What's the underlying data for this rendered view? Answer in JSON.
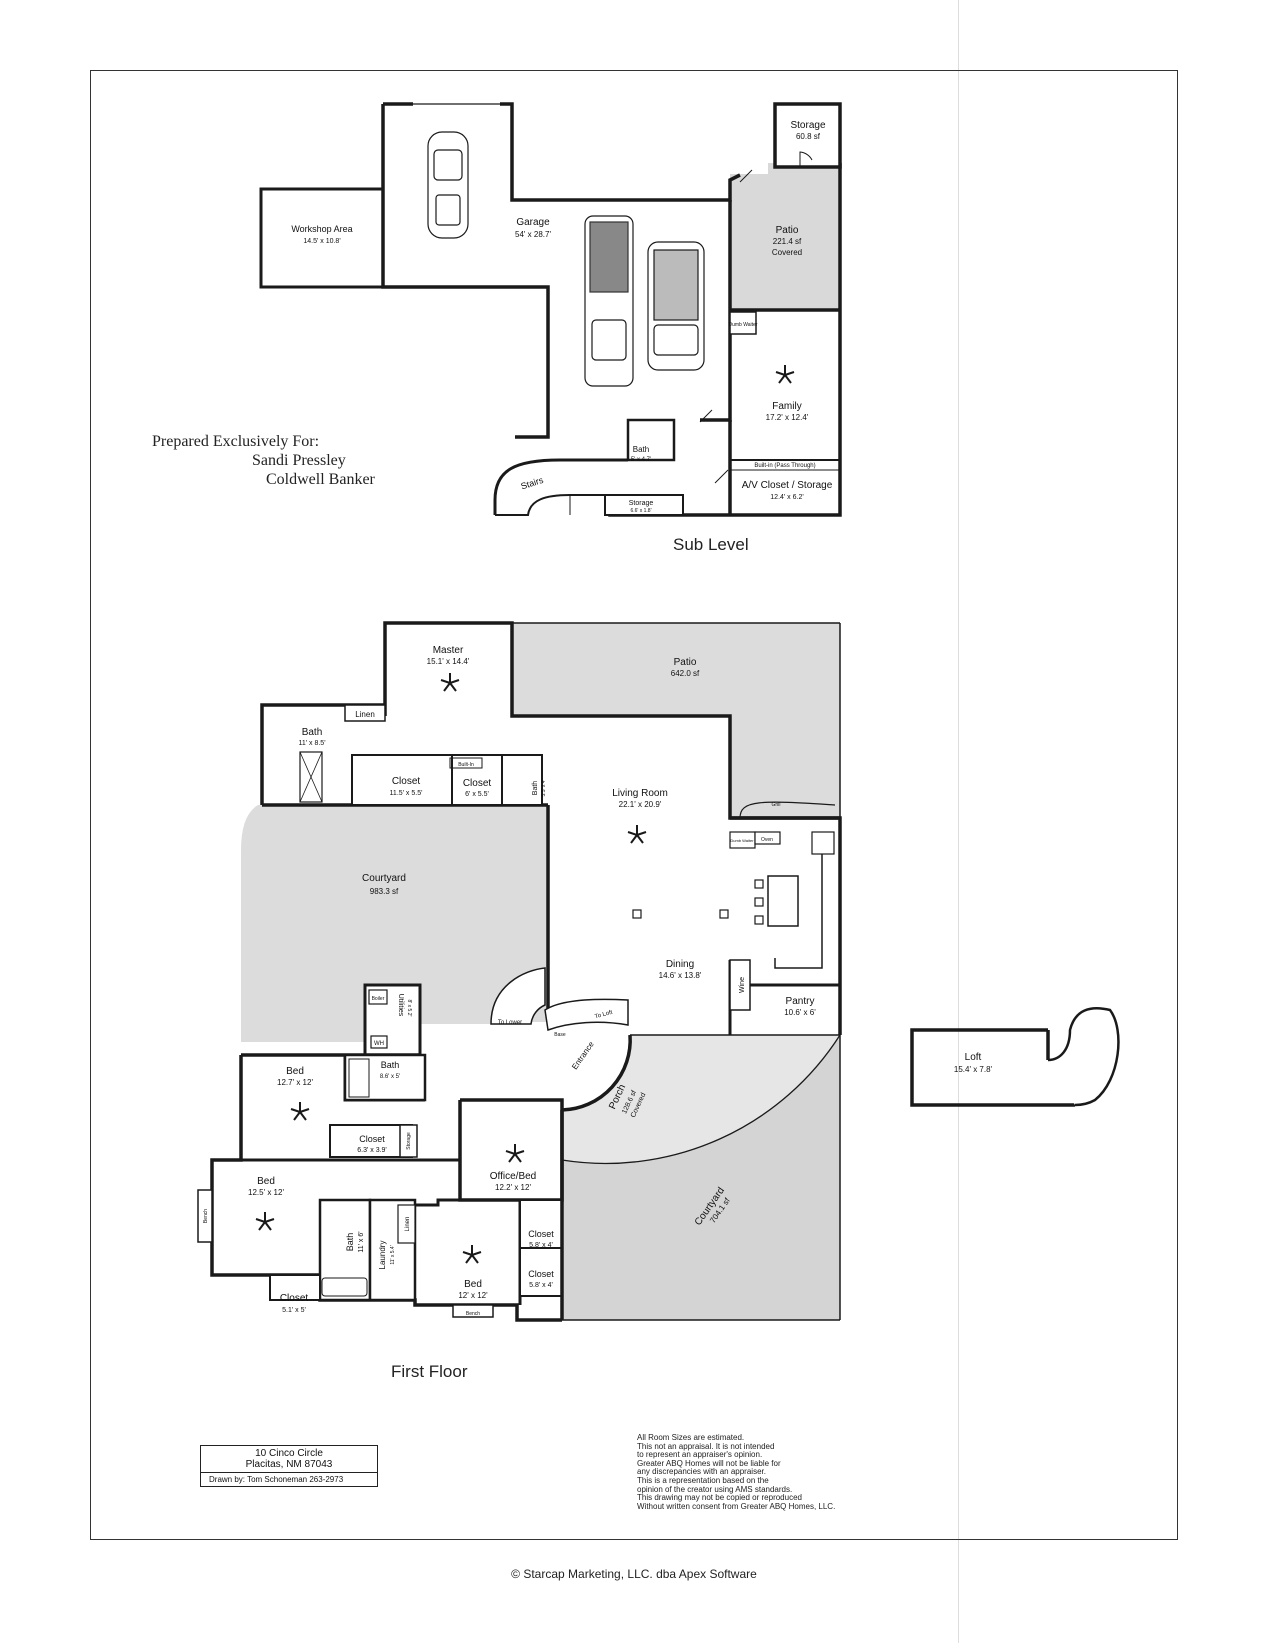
{
  "prepared": {
    "line1": "Prepared Exclusively For:",
    "line2": "Sandi Pressley",
    "line3": "Coldwell Banker"
  },
  "levels": {
    "sub": "Sub Level",
    "first": "First Floor"
  },
  "rooms": {
    "storage_sub": {
      "name": "Storage",
      "size": "60.8 sf"
    },
    "workshop": {
      "name": "Workshop Area",
      "size": "14.5' x 10.8'"
    },
    "garage": {
      "name": "Garage",
      "size": "54' x 28.7'"
    },
    "patio_sub": {
      "name": "Patio",
      "size": "221.4 sf",
      "note": "Covered"
    },
    "dumb_waiter_sub": "Dumb Waiter",
    "family": {
      "name": "Family",
      "size": "17.2' x 12.4'"
    },
    "bath_sub": {
      "name": "Bath",
      "size": "5' x 4.7'"
    },
    "builtin_pass": "Built-in (Pass Through)",
    "av_closet": {
      "name": "A/V Closet / Storage",
      "size": "12.4' x 6.2'"
    },
    "stairs": "Stairs",
    "storage_small": {
      "name": "Storage",
      "size": "6.6' x 1.8'"
    },
    "master": {
      "name": "Master",
      "size": "15.1' x 14.4'"
    },
    "patio_main": {
      "name": "Patio",
      "size": "642.0 sf"
    },
    "linen_master": "Linen",
    "bath_master": {
      "name": "Bath",
      "size": "11' x 8.5'"
    },
    "builtin_master": "Built-In",
    "closet_master1": {
      "name": "Closet",
      "size": "11.5' x 5.5'"
    },
    "closet_master2": {
      "name": "Closet",
      "size": "6' x 5.5'"
    },
    "bath_small": {
      "name": "Bath",
      "size": "5.5' x 4'"
    },
    "living": {
      "name": "Living Room",
      "size": "22.1' x 20.9'"
    },
    "grill": "Grill",
    "dumb_waiter_main": "Dumb Waiter",
    "oven": "Oven",
    "courtyard_main": {
      "name": "Courtyard",
      "size": "983.3 sf"
    },
    "dining": {
      "name": "Dining",
      "size": "14.6' x 13.8'"
    },
    "wine": "Wine",
    "pantry": {
      "name": "Pantry",
      "size": "10.6' x 6'"
    },
    "boiler": "Boiler",
    "utilities": {
      "name": "Utilities",
      "size": "8' x 5.2'"
    },
    "wh": "WH",
    "to_lower": "To Lower",
    "to_loft": "To Loft",
    "base": "Base",
    "entrance": "Entrance",
    "bed1": {
      "name": "Bed",
      "size": "12.7' x 12'"
    },
    "bath1": {
      "name": "Bath",
      "size": "8.6' x 5'"
    },
    "porch": {
      "name": "Porch",
      "size": "128.6 sf",
      "note": "Covered"
    },
    "closet_hall": {
      "name": "Closet",
      "size": "6.3' x 3.9'"
    },
    "storage_hall": "Storage",
    "office": {
      "name": "Office/Bed",
      "size": "12.2' x 12'"
    },
    "courtyard_curve": {
      "name": "Courtyard",
      "size": "704.1 sf"
    },
    "bed2": {
      "name": "Bed",
      "size": "12.5' x 12'"
    },
    "bench_left": "Bench",
    "bath2": {
      "name": "Bath",
      "size": "11' x 6'"
    },
    "laundry": {
      "name": "Laundry",
      "size": "11' x 5.4'"
    },
    "linen_hall": "Linen",
    "closet_a": {
      "name": "Closet",
      "size": "5.8' x 4'"
    },
    "closet_b": {
      "name": "Closet",
      "size": "5.8' x 4'"
    },
    "bed3": {
      "name": "Bed",
      "size": "12' x 12'"
    },
    "bench_bottom": "Bench",
    "closet_corner": {
      "name": "Closet",
      "size": "5.1' x 5'"
    },
    "loft": {
      "name": "Loft",
      "size": "15.4' x 7.8'"
    }
  },
  "address": {
    "line1": "10 Cinco Circle",
    "line2": "Placitas, NM   87043",
    "drawn_by": "Drawn by:  Tom Schoneman 263-2973"
  },
  "disclaimer": [
    "All Room Sizes are estimated.",
    "This not an appraisal.  It is not intended",
    "to represent an appraiser's opinion.",
    "Greater ABQ Homes will not be liable for",
    "any discrepancies with an appraiser.",
    "This is a representation based on the",
    "opinion of the creator using AMS standards.",
    "This drawing may not be copied or reproduced",
    "Without written consent from Greater ABQ Homes, LLC."
  ],
  "copyright": "© Starcap Marketing, LLC. dba Apex Software",
  "colors": {
    "wall": "#1a1a1a",
    "shaded": "#d9d9d9",
    "line": "#333333"
  }
}
